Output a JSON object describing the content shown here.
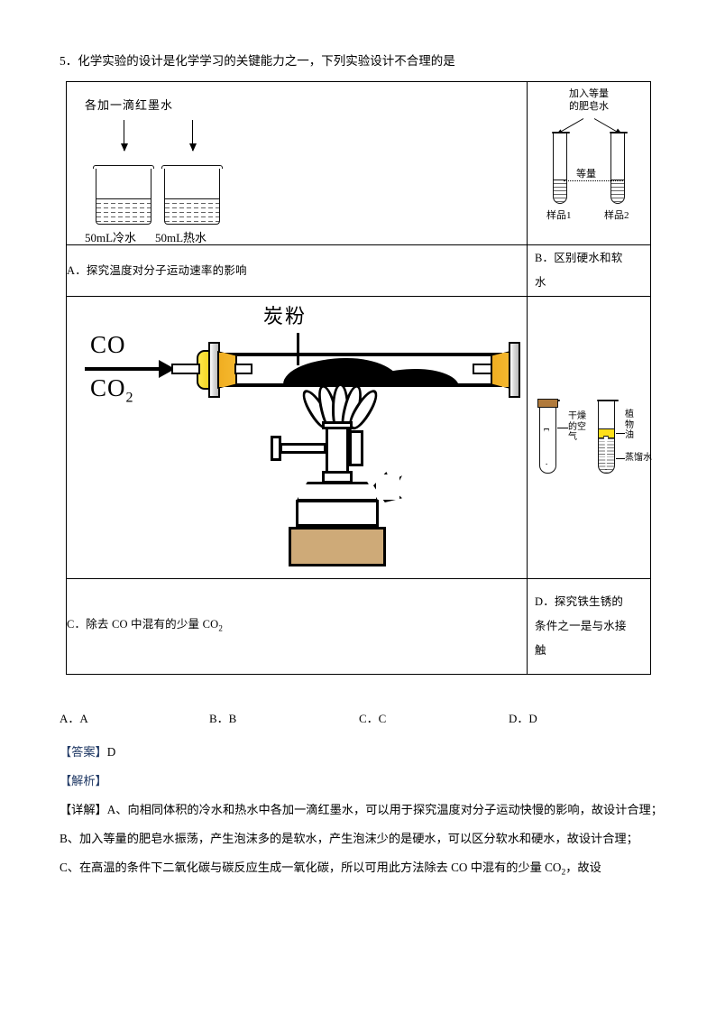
{
  "question": {
    "number": "5",
    "text": "．化学实验的设计是化学学习的关键能力之一，下列实验设计不合理的是"
  },
  "table": {
    "fig1": {
      "caption": "各加一滴红墨水",
      "beaker_left_label": "50mL冷水",
      "beaker_right_label": "50mL热水"
    },
    "fig2": {
      "caption_line1": "加入等量",
      "caption_line2": "的肥皂水",
      "equal_label": "等量",
      "sample_left": "样品1",
      "sample_right": "样品2"
    },
    "fig3": {
      "gas_in_top": "CO",
      "gas_in_bottom": "CO",
      "gas_in_bottom_sub": "2",
      "powder_label": "炭粉"
    },
    "fig4": {
      "tube1_label_line1": "干燥",
      "tube1_label_line2": "的空",
      "tube1_label_line3": "气",
      "tube2_label_line1": "植",
      "tube2_label_line2": "物",
      "tube2_label_line3": "油",
      "tube2_label_water": "蒸馏水"
    },
    "option_a": "A．探究温度对分子运动速率的影响",
    "option_b_line1": "B．区别硬水和软",
    "option_b_line2": "水",
    "option_c_pre": "C．除去 CO 中混有的少量 CO",
    "option_c_sub": "2",
    "option_d_line1": "D．探究铁生锈的",
    "option_d_line2": "条件之一是与水接",
    "option_d_line3": "触"
  },
  "choices": {
    "a": "A．A",
    "b": "B．B",
    "c": "C．C",
    "d": "D．D"
  },
  "answer": {
    "label": "【答案】",
    "value": "D"
  },
  "analysis": {
    "label": "【解析】",
    "detail_label": "【详解】",
    "para_a": "A、向相同体积的冷水和热水中各加一滴红墨水，可以用于探究温度对分子运动快慢的影响，故设计合理；",
    "para_b": "B、加入等量的肥皂水振荡，产生泡沫多的是软水，产生泡沫少的是硬水，可以区分软水和硬水，故设计合理；",
    "para_c_pre": "C、在高温的条件下二氧化碳与碳反应生成一氧化碳，所以可用此方法除去 CO 中混有的少量 CO",
    "para_c_sub": "2",
    "para_c_post": "，故设"
  },
  "colors": {
    "blue_marker": "#1f3864",
    "stopper_orange": "#f0ae22",
    "stopper_yellow": "#f2d21a",
    "burner_base_tan": "#ceaa78",
    "oil_yellow": "#ffe01b",
    "cork_brown": "#b07a3c"
  }
}
